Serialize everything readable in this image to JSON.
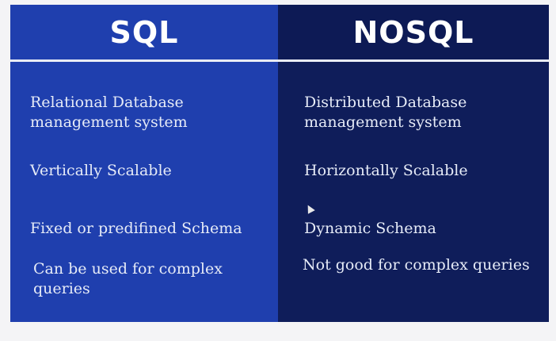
{
  "sql": {
    "title": "SQL",
    "items": [
      "Relational Database management system",
      "Vertically Scalable",
      "Fixed or predifined Schema",
      "Can be used for complex queries"
    ]
  },
  "nosql": {
    "title": "NOSQL",
    "items": [
      "Distributed Database management system",
      "Horizontally Scalable",
      "Dynamic Schema",
      "Not good for complex queries"
    ]
  },
  "colors": {
    "sql_bg": "#1f3fae",
    "nosql_bg": "#0f1d5a",
    "divider": "#e9ecf5",
    "text": "#e6ebf7"
  }
}
